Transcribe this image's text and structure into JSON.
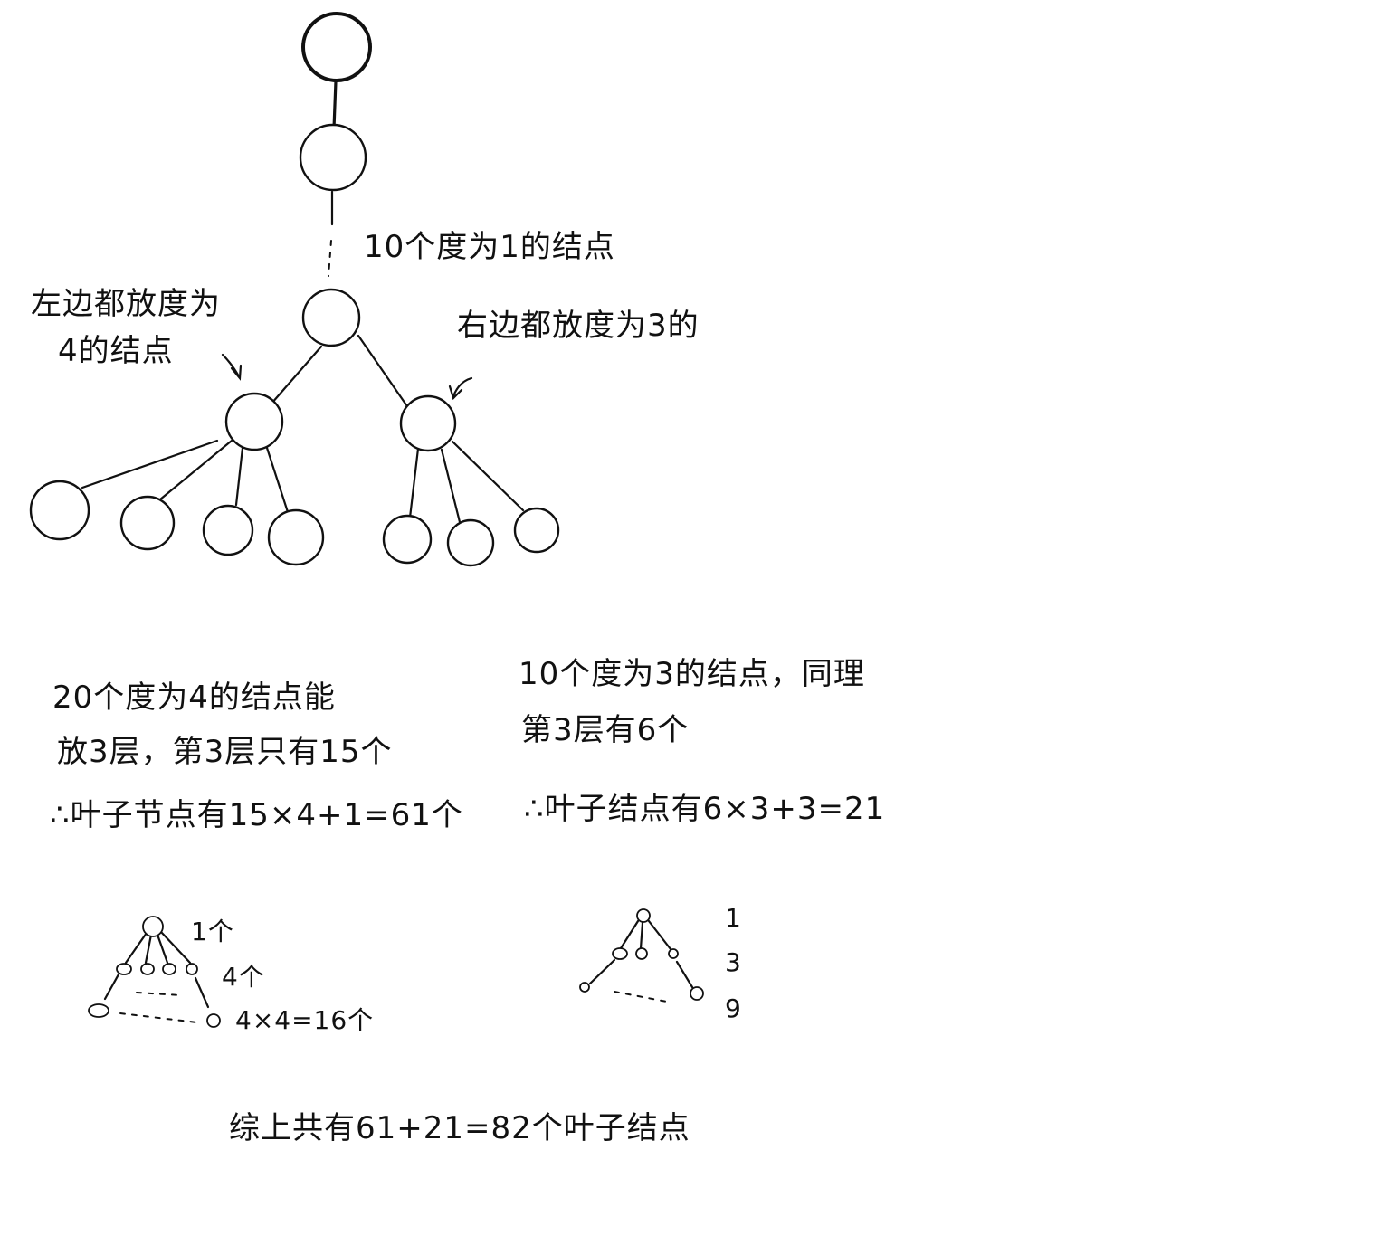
{
  "annotations": {
    "degree1_nodes": "10个度为1的结点",
    "left_note_line1": "左边都放度为",
    "left_note_line2": "4的结点",
    "right_note": "右边都放度为3的"
  },
  "analysis_left": {
    "line1": "20个度为4的结点能",
    "line2": "放3层，第3层只有15个",
    "line3": "∴叶子节点有15×4+1=61个"
  },
  "analysis_right": {
    "line1": "10个度为3的结点，同理",
    "line2": "第3层有6个",
    "line3": "∴叶子结点有6×3+3=21"
  },
  "mini_tree_left": {
    "level1": "1个",
    "level2": "4个",
    "level3": "4×4=16个"
  },
  "mini_tree_right": {
    "level1": "1",
    "level2": "3",
    "level3": "9"
  },
  "conclusion": "综上共有61+21=82个叶子结点"
}
